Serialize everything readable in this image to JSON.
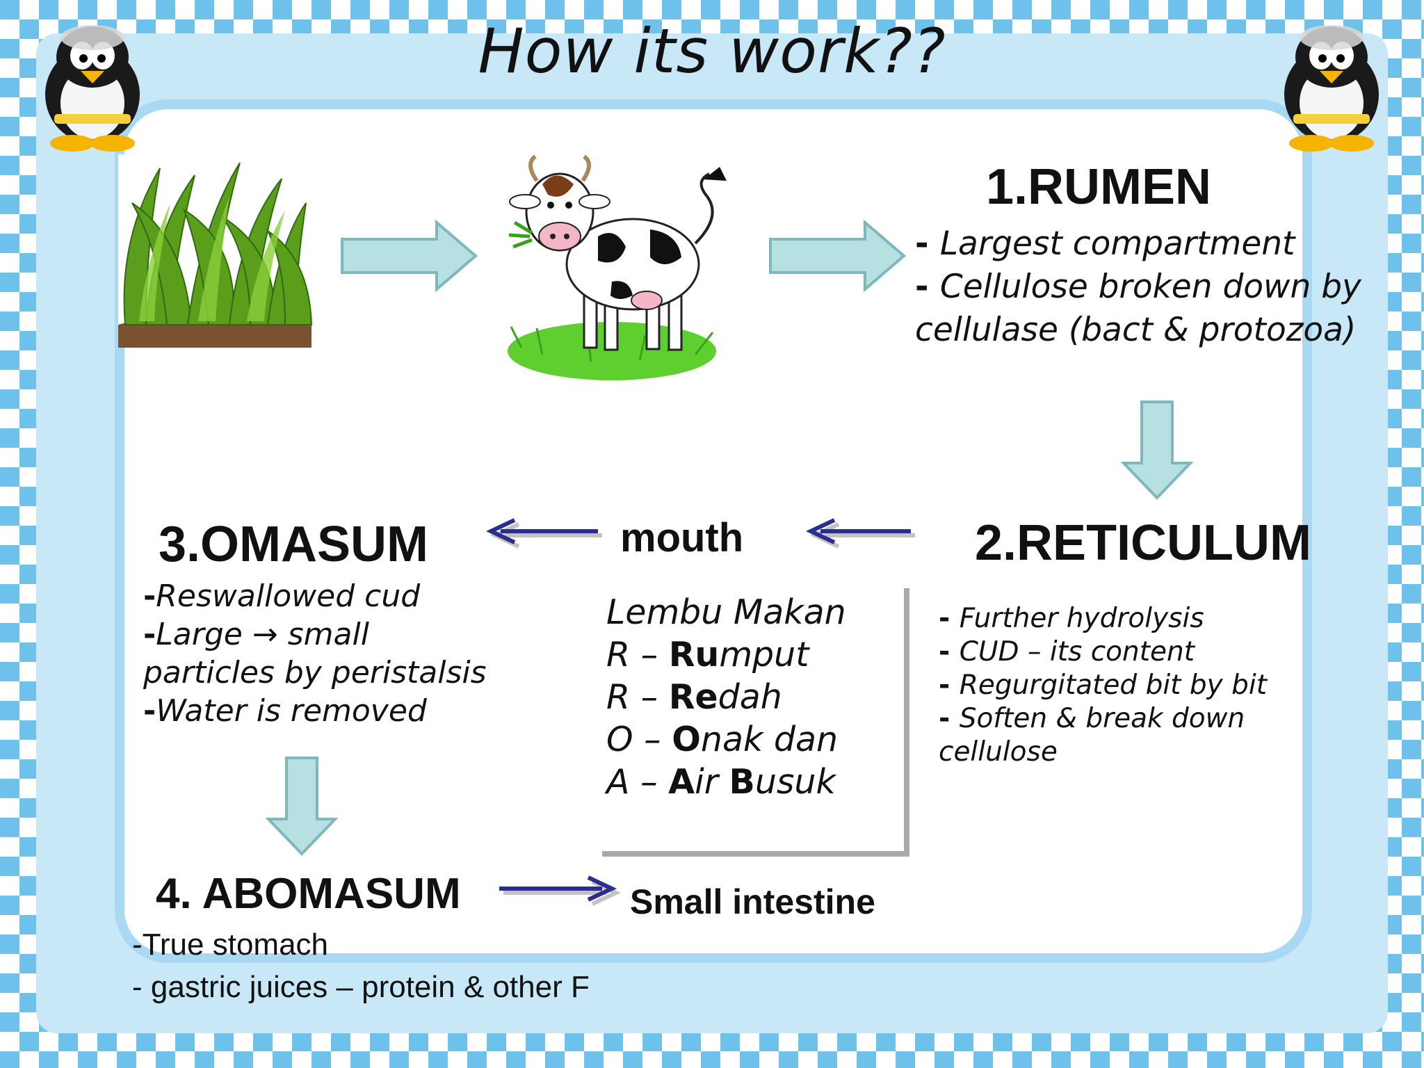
{
  "title": "How its work??",
  "steps": {
    "rumen": {
      "heading": "1.RUMEN",
      "points": [
        "Largest compartment",
        "Cellulose broken down by"
      ],
      "continuation": "cellulase (bact & protozoa)"
    },
    "reticulum": {
      "heading": "2.RETICULUM",
      "points": [
        "Further hydrolysis",
        "CUD – its content",
        "Regurgitated bit by bit",
        "Soften & break down"
      ],
      "continuation": "cellulose"
    },
    "omasum": {
      "heading": "3.OMASUM",
      "line1": "Reswallowed cud",
      "line2_a": "Large",
      "line2_b": "small",
      "line3": "particles by peristalsis",
      "line4": "Water is removed"
    },
    "abomasum": {
      "heading": "4. ABOMASUM",
      "lines": [
        "-True stomach",
        "- gastric juices – protein & other F"
      ]
    }
  },
  "labels": {
    "mouth": "mouth",
    "small_intestine": "Small intestine"
  },
  "mnemonic": {
    "title": "Lembu Makan",
    "rows": [
      {
        "letter": "R – ",
        "bold": "Ru",
        "rest": "mput"
      },
      {
        "letter": "R – ",
        "bold": "Re",
        "rest": "dah"
      },
      {
        "letter": "O – ",
        "bold": "O",
        "rest": "nak dan"
      },
      {
        "letter": "A – ",
        "bold": "A",
        "rest": "ir ",
        "bold2": "B",
        "rest2": "usuk"
      }
    ]
  },
  "icons": [
    "grass-icon",
    "cow-icon",
    "penguin-icon"
  ],
  "colors": {
    "stripe": "#6ec1ea",
    "panel_bg": "#c8e8f7",
    "arrow_fill": "#b6e0e2",
    "arrow_stroke": "#7fb7ba",
    "nav_arrow": "#2a2f8f"
  }
}
